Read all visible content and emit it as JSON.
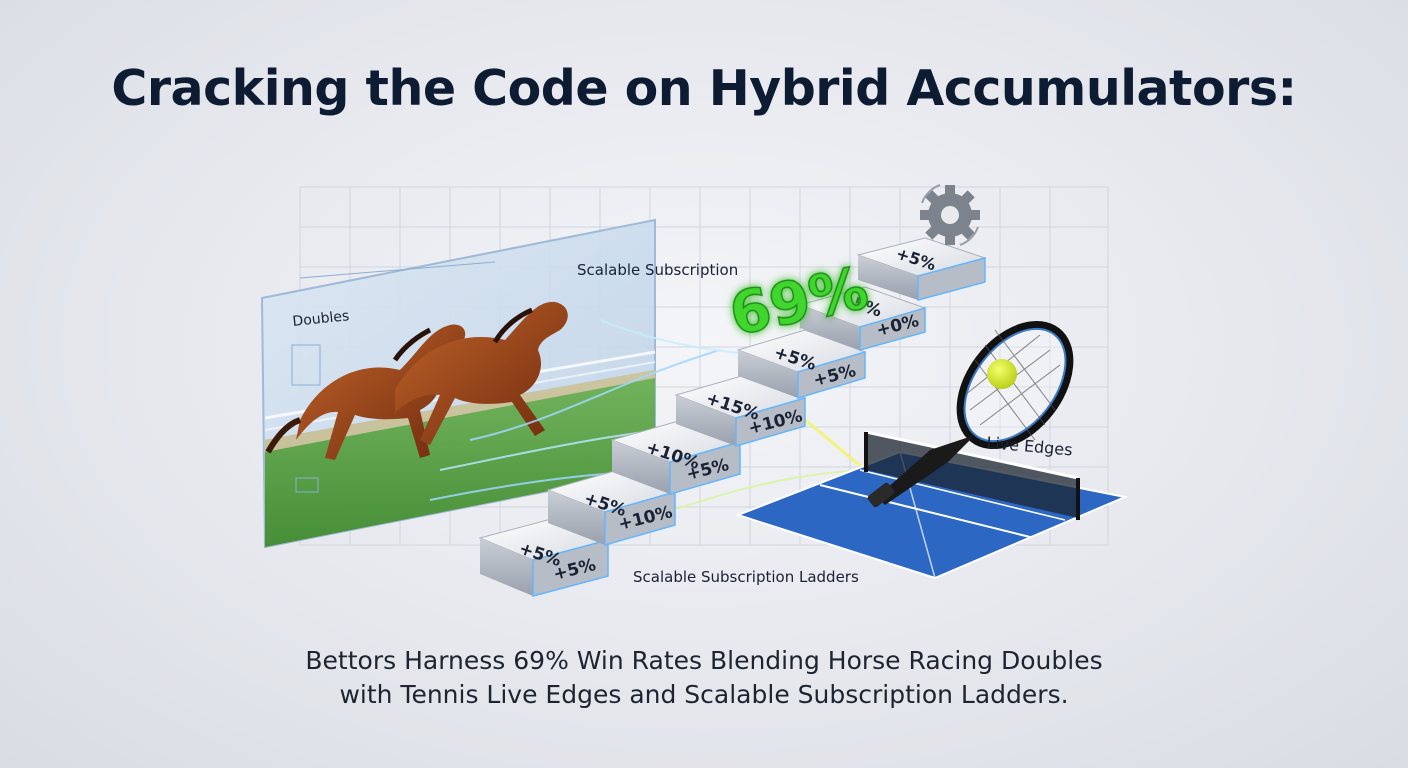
{
  "title": "Cracking the Code on Hybrid Accumulators:",
  "subtitle": {
    "line1": "Bettors Harness 69% Win Rates Blending Horse Racing Doubles",
    "line2": "with Tennis Live Edges and Scalable Subscription Ladders."
  },
  "labels": {
    "doubles": "Doubles",
    "scalable_subscription": "Scalable Subscription",
    "live_edges": "Live Edges",
    "ladders": "Scalable Subscription Ladders",
    "win_rate": "69%"
  },
  "steps": [
    {
      "top": "+5%",
      "front": "+5%"
    },
    {
      "top": "+5%",
      "front": "+10%"
    },
    {
      "top": "+10%",
      "front": "+5%"
    },
    {
      "top": "+15%",
      "front": "+10%"
    },
    {
      "top": "+5%",
      "front": "+5%"
    },
    {
      "top": "5%",
      "front": "+0%"
    },
    {
      "top": "+5%",
      "front": ""
    }
  ],
  "colors": {
    "title": "#0d1c33",
    "accent_green": "#3fd62f",
    "court_blue": "#2d67c4",
    "grass": "#4f9a3a"
  },
  "icons": [
    "gear-icon",
    "tennis-racket-icon",
    "tennis-ball-icon",
    "horse-image"
  ]
}
